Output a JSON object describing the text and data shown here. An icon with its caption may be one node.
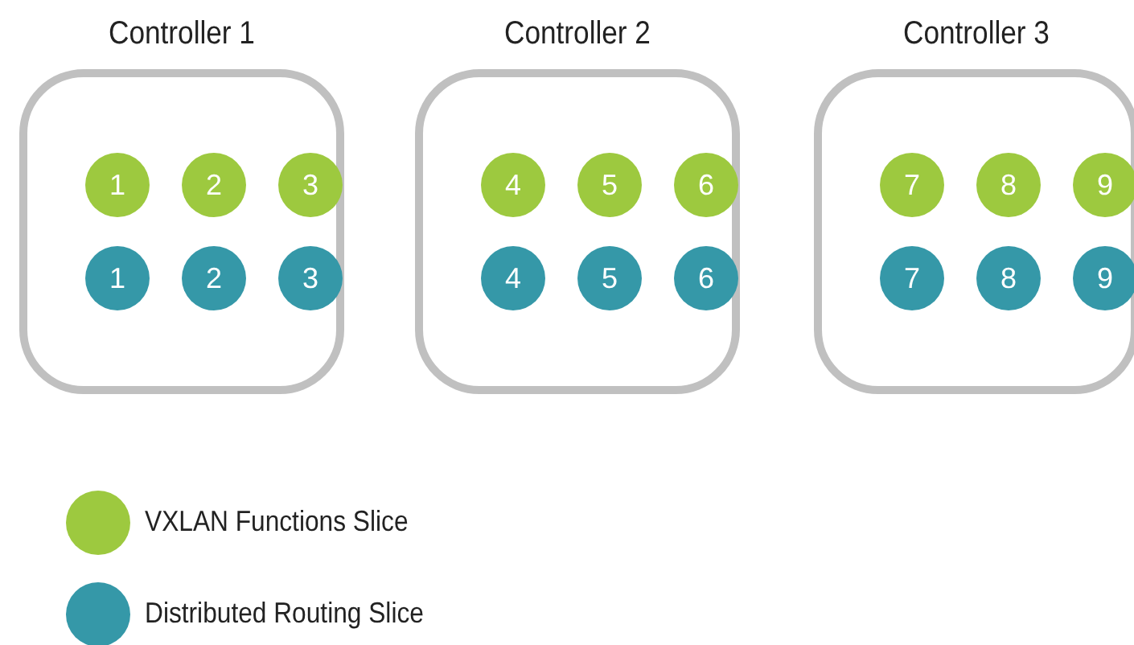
{
  "diagram": {
    "nodes": [
      {
        "text": [
          "Controller 1"
        ]
      },
      {
        "text": [
          "1"
        ],
        "in": 0
      },
      {
        "text": [
          "2"
        ],
        "in": 0
      },
      {
        "text": [
          "3"
        ],
        "in": 0
      },
      {
        "text": [
          "1"
        ],
        "in": 0
      },
      {
        "text": [
          "2"
        ],
        "in": 0
      },
      {
        "text": [
          "3"
        ],
        "in": 0
      },
      {
        "text": [
          "Controller 2"
        ]
      },
      {
        "text": [
          "4"
        ],
        "in": 7
      },
      {
        "text": [
          "5"
        ],
        "in": 7
      },
      {
        "text": [
          "6"
        ],
        "in": 7
      },
      {
        "text": [
          "4"
        ],
        "in": 7
      },
      {
        "text": [
          "5"
        ],
        "in": 7
      },
      {
        "text": [
          "6"
        ],
        "in": 7
      },
      {
        "text": [
          "Controller 3"
        ]
      },
      {
        "text": [
          "7"
        ],
        "in": 14
      },
      {
        "text": [
          "8"
        ],
        "in": 14
      },
      {
        "text": [
          "9"
        ],
        "in": 14
      },
      {
        "text": [
          "7"
        ],
        "in": 14
      },
      {
        "text": [
          "8"
        ],
        "in": 14
      },
      {
        "text": [
          "9"
        ],
        "in": 14
      }
    ],
    "edges": [],
    "legend": [
      {
        "text": "VXLAN Functions Slice",
        "color": "#9dc93f"
      },
      {
        "text": "Distributed Routing Slice",
        "color": "#3598a8"
      }
    ]
  }
}
